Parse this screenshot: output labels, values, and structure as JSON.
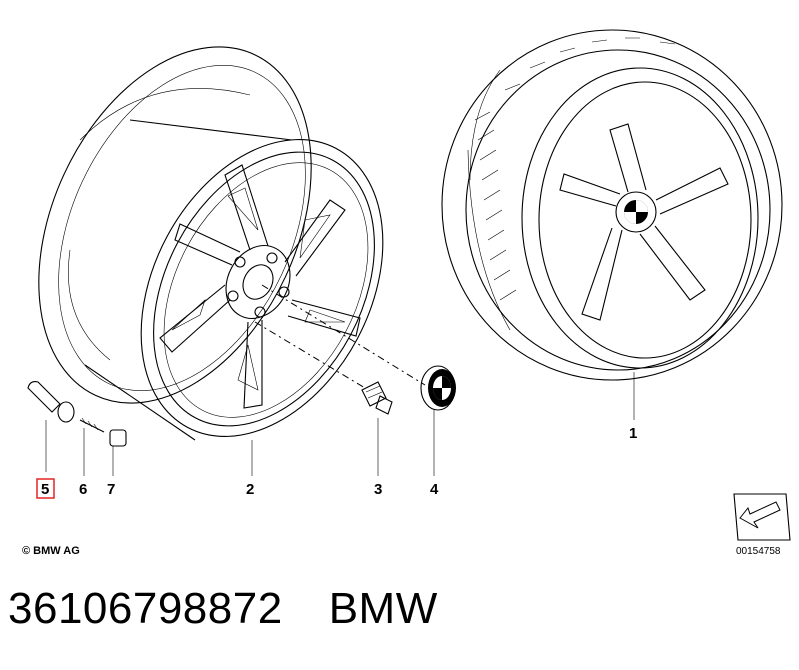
{
  "callouts": {
    "c1": "1",
    "c2": "2",
    "c3": "3",
    "c4": "4",
    "c5": "5",
    "c6": "6",
    "c7": "7"
  },
  "highlighted_callout": "5",
  "highlight_color": "#e32626",
  "copyright": "© BMW AG",
  "reference_number": "00154758",
  "part_number": "36106798872",
  "brand": "BMW",
  "icons": [
    "wheel-rim-drawing",
    "complete-wheel-with-tire",
    "wheel-bolt",
    "hub-cap-emblem",
    "valve-stem",
    "valve-core",
    "valve-cap",
    "arrow-box-icon"
  ]
}
